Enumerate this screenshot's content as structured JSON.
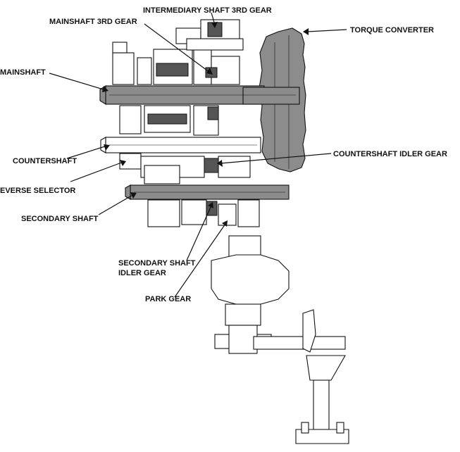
{
  "labels": {
    "intermediary_shaft_3rd_gear": "INTERMEDIARY SHAFT 3RD GEAR",
    "mainshaft_3rd_gear": "MAINSHAFT 3RD GEAR",
    "torque_converter": "TORQUE CONVERTER",
    "mainshaft": "MAINSHAFT",
    "countershaft_idler_gear": "COUNTERSHAFT IDLER GEAR",
    "countershaft": "COUNTERSHAFT",
    "reverse_selector": "EVERSE SELECTOR",
    "secondary_shaft": "SECONDARY SHAFT",
    "secondary_shaft_idler_gear_line1": "SECONDARY SHAFT",
    "secondary_shaft_idler_gear_line2": "IDLER GEAR",
    "park_gear": "PARK GEAR"
  }
}
